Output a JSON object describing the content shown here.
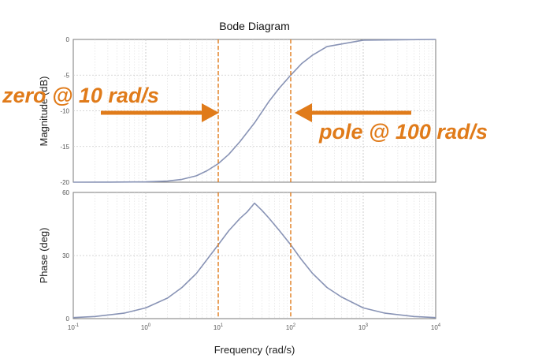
{
  "chart_data": {
    "type": "line",
    "title": "Bode Diagram",
    "xlabel": "Frequency  (rad/s)",
    "x_scale": "log",
    "xlim": [
      0.1,
      10000
    ],
    "x_ticks": [
      {
        "value": 0.1,
        "base": "10",
        "exp": "-1"
      },
      {
        "value": 1,
        "base": "10",
        "exp": "0"
      },
      {
        "value": 10,
        "base": "10",
        "exp": "1"
      },
      {
        "value": 100,
        "base": "10",
        "exp": "2"
      },
      {
        "value": 1000,
        "base": "10",
        "exp": "3"
      },
      {
        "value": 10000,
        "base": "10",
        "exp": "4"
      }
    ],
    "grid": true,
    "line_color": "#8893b5",
    "marker_color": "#e07b1a",
    "panels": [
      {
        "id": "magnitude",
        "ylabel": "Magnitude (dB)",
        "ylim": [
          -20,
          0
        ],
        "y_ticks": [
          "-20",
          "-15",
          "-10",
          "-5",
          "0"
        ],
        "series": [
          {
            "x": [
              0.1,
              0.316,
              1,
              2,
              3.16,
              5,
              7,
              10,
              14,
              20,
              31.6,
              50,
              70,
              100,
              141,
              200,
              316,
              1000,
              10000
            ],
            "y": [
              -20,
              -19.99,
              -19.96,
              -19.84,
              -19.6,
              -19.1,
              -18.4,
              -17.4,
              -16.1,
              -14.3,
              -11.7,
              -8.7,
              -6.8,
              -5.0,
              -3.4,
              -2.2,
              -1.0,
              -0.1,
              0
            ]
          }
        ]
      },
      {
        "id": "phase",
        "ylabel": "Phase (deg)",
        "ylim": [
          0,
          60
        ],
        "y_ticks": [
          "0",
          "30",
          "60"
        ],
        "series": [
          {
            "x": [
              0.1,
              0.2,
              0.5,
              1,
              2,
              3.16,
              5,
              7,
              10,
              14,
              20,
              25,
              31.6,
              40,
              50,
              70,
              100,
              141,
              200,
              316,
              500,
              1000,
              2000,
              5000,
              10000
            ],
            "y": [
              0.5,
              1.0,
              2.6,
              5.1,
              9.8,
              14.8,
              21.5,
              28.1,
              35.1,
              41.8,
              47.7,
              50.7,
              54.9,
              51.5,
              47.8,
              41.8,
              35.1,
              28.0,
              21.5,
              14.8,
              10.3,
              5.1,
              2.6,
              1.0,
              0.5
            ]
          }
        ]
      }
    ],
    "markers": [
      {
        "x": 10,
        "label": "zero @ 10 rad/s"
      },
      {
        "x": 100,
        "label": "pole @ 100 rad/s"
      }
    ]
  }
}
